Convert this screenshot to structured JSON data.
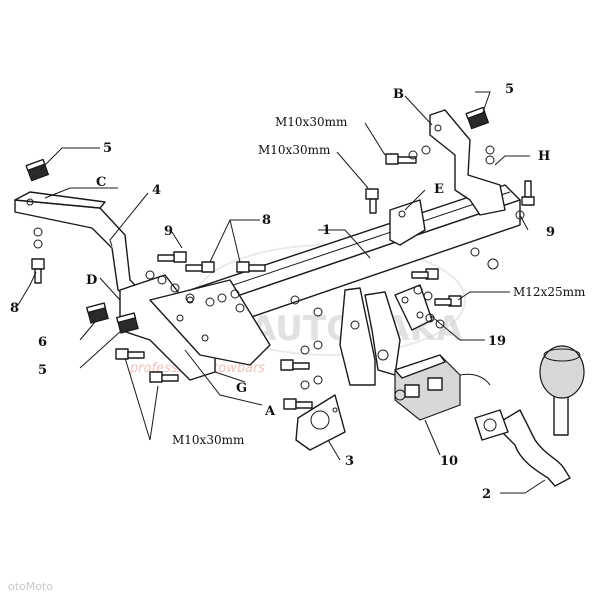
{
  "watermark": {
    "text": "AUTOHAKA",
    "subtext": "professional towbars"
  },
  "corner_badge": "otoMoto",
  "labels": {
    "L1": "1",
    "L2": "2",
    "L3": "3",
    "L4": "4",
    "L5_top_right": "5",
    "L5_top_left": "5",
    "L5_left": "5",
    "L6": "6",
    "L8_left": "8",
    "L8_mid": "8",
    "L9_mid": "9",
    "L9_right": "9",
    "L10": "10",
    "L19": "19",
    "A": "A",
    "B": "B",
    "C": "C",
    "D": "D",
    "E": "E",
    "G": "G",
    "H": "H"
  },
  "bolt_specs": {
    "m10_top": "M10x30mm",
    "m10_mid": "M10x30mm",
    "m12": "M12x25mm",
    "m10_bottom": "M10x30mm"
  }
}
